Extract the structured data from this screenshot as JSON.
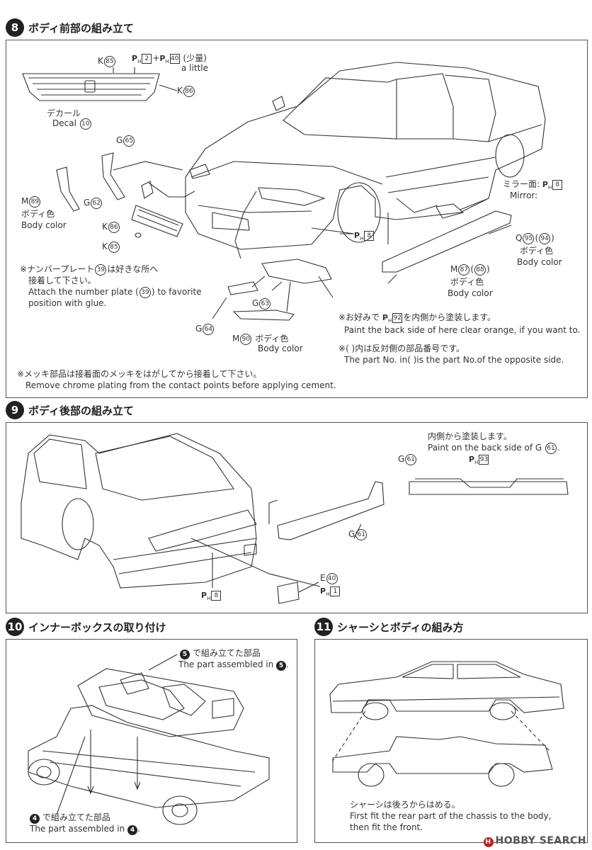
{
  "s8": {
    "num": "8",
    "title": "ボディ前部の組み立て",
    "k85_top": "K",
    "k85_top_n": "85",
    "ph_paint": "P",
    "ph2": "2",
    "ph_plus": "+",
    "ph40": "40",
    "little_jp": "(少量)",
    "little_en": "a little",
    "k86_top": "K",
    "k86_top_n": "86",
    "decal_jp": "デカール",
    "decal_en": "Decal",
    "decal_n": "10",
    "g65": "G",
    "g65_n": "65",
    "m89": "M",
    "m89_n": "89",
    "body_color_jp": "ボディ色",
    "body_color_en": "Body color",
    "g62": "G",
    "g62_n": "62",
    "k86": "K",
    "k86_n": "86",
    "k85": "K",
    "k85_n": "85",
    "mirror_jp": "ミラー面:",
    "mirror_en": "Mirror:",
    "ph8": "8",
    "q95": "Q",
    "q95_n": "95",
    "q94_n": "94",
    "m87": "M",
    "m87_n": "87",
    "m88_n": "88",
    "plate_jp1_a": "※ナンバープレート",
    "plate_n": "39",
    "plate_jp1_b": "は好きな所へ",
    "plate_jp2": "接着して下さい。",
    "plate_en1_a": "Attach the number plate (",
    "plate_en1_b": ") to favorite",
    "plate_en2": "position with glue.",
    "g63": "G",
    "g63_n": "63",
    "g64": "G",
    "g64_n": "64",
    "m90": "M",
    "m90_n": "90",
    "orange_jp_a": "※お好みで",
    "ph92": "92",
    "orange_jp_b": "を内側から塗装します。",
    "orange_en": "Paint the back side of here clear orange, if you want to.",
    "opp_jp": "※(  )内は反対側の部品番号です。",
    "opp_en": "The part No. in(  )is the part No.of the opposite side.",
    "chrome_jp": "※メッキ部品は接着面のメッキをはがしてから接着して下さい。",
    "chrome_en": "Remove chrome plating from the contact points before applying cement."
  },
  "s9": {
    "num": "9",
    "title": "ボディ後部の組み立て",
    "inside_jp": "内側から塗装します。",
    "inside_en_a": "Paint on the back side of G",
    "inside_n": "61",
    "inside_en_b": ".",
    "g61": "G",
    "g61_n": "61",
    "ph93": "93",
    "e40": "E",
    "e40_n": "40",
    "ph1": "1",
    "ph8": "8"
  },
  "s10": {
    "num": "10",
    "title": "インナーボックスの取り付け",
    "assembled5_n": "5",
    "assembled5_jp": "で組み立てた部品",
    "assembled5_en_a": "The part assembled in",
    "assembled5_en_b": ".",
    "assembled4_n": "4",
    "assembled4_jp": "で組み立てた部品",
    "assembled4_en_a": "The part assembled in",
    "assembled4_en_b": "."
  },
  "s11": {
    "num": "11",
    "title": "シャーシとボディの組み方",
    "chassis_jp": "シャーシは後ろからはめる。",
    "chassis_en1": "First fit the rear part of the chassis to the body,",
    "chassis_en2": "then fit the front."
  },
  "logo": "HOBBY SEARCH",
  "logo_icon": "H"
}
